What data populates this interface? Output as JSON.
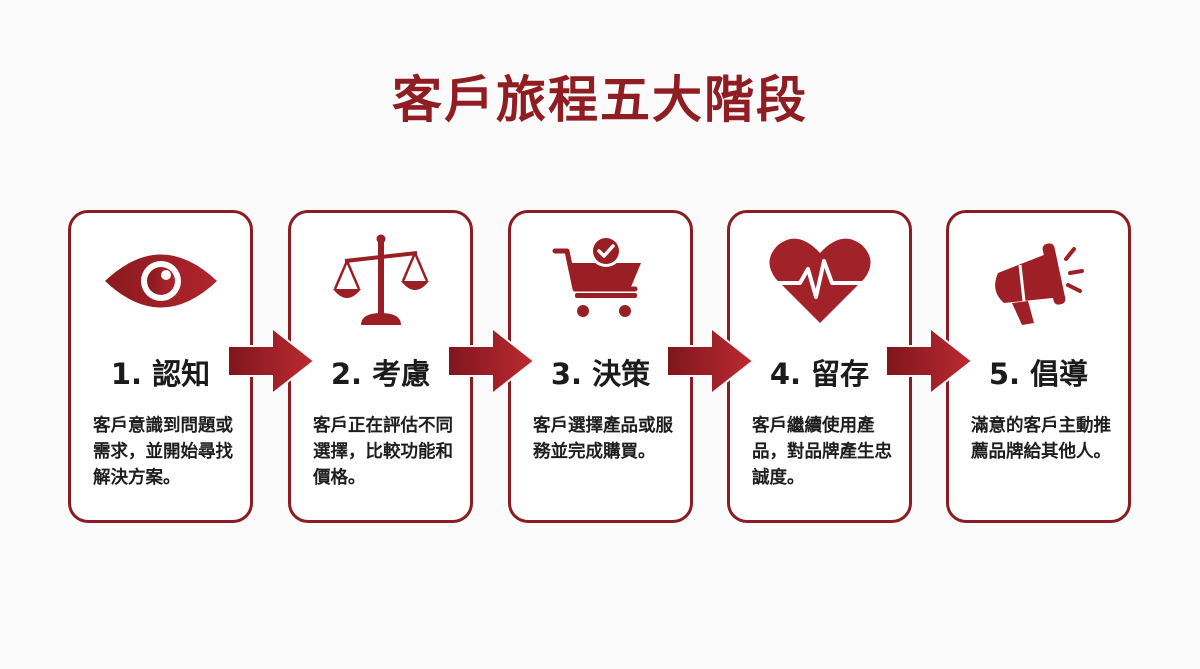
{
  "title": "客戶旅程五大階段",
  "colors": {
    "accent": "#8f1d22",
    "border": "#8a1c22",
    "text": "#1b1b1b",
    "background": "#fbfbfb"
  },
  "stages": [
    {
      "number": "1.",
      "heading": "1. 認知",
      "icon": "eye-icon",
      "description": "客戶意識到問題或需求，並開始尋找解決方案。"
    },
    {
      "number": "2.",
      "heading": "2. 考慮",
      "icon": "scales-icon",
      "description": "客戶正在評估不同選擇，比較功能和價格。"
    },
    {
      "number": "3.",
      "heading": "3. 決策",
      "icon": "cart-check-icon",
      "description": "客戶選擇產品或服務並完成購買。"
    },
    {
      "number": "4.",
      "heading": "4. 留存",
      "icon": "heartbeat-icon",
      "description": "客戶繼續使用產品，對品牌產生忠誠度。"
    },
    {
      "number": "5.",
      "heading": "5. 倡導",
      "icon": "megaphone-icon",
      "description": "滿意的客戶主動推薦品牌給其他人。"
    }
  ]
}
